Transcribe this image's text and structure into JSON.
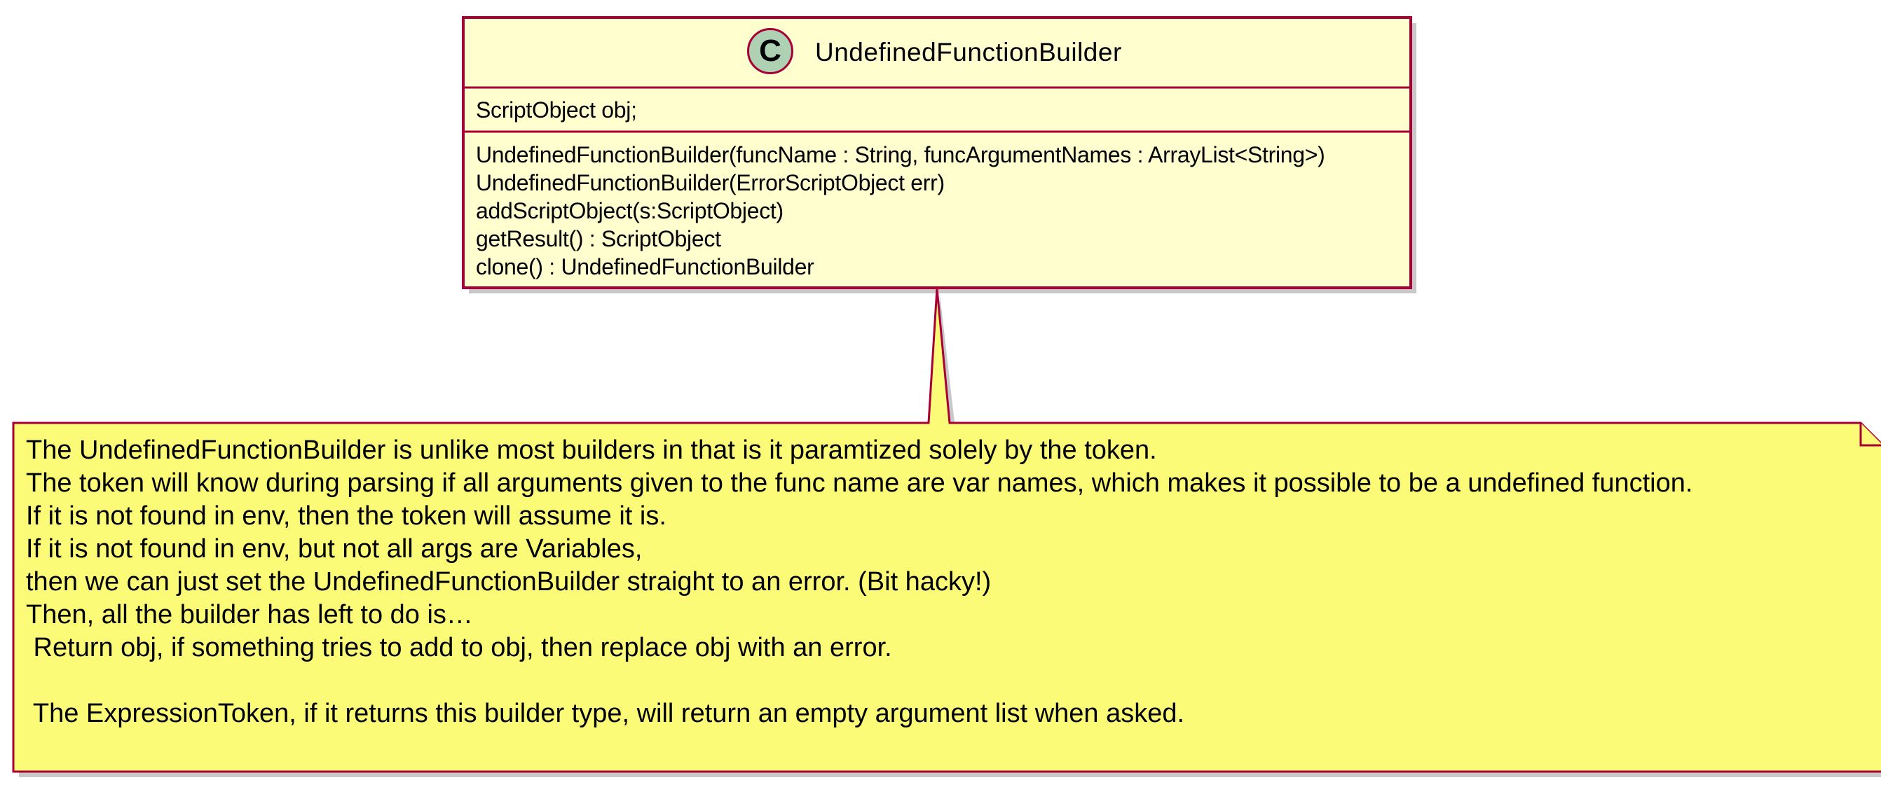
{
  "class": {
    "stereotype_letter": "C",
    "name": "UndefinedFunctionBuilder",
    "fields": [
      "ScriptObject obj;"
    ],
    "methods": [
      "UndefinedFunctionBuilder(funcName : String, funcArgumentNames : ArrayList<String>)",
      "UndefinedFunctionBuilder(ErrorScriptObject err)",
      "addScriptObject(s:ScriptObject)",
      "getResult() : ScriptObject",
      "clone() : UndefinedFunctionBuilder"
    ]
  },
  "note": {
    "lines": [
      "The UndefinedFunctionBuilder is unlike most builders in that is it paramtized solely by the token.",
      "The token will know during parsing if all arguments given to the func name are var names, which makes it possible to be a undefined function.",
      "If it is not found in env, then the token will assume it is.",
      "If it is not found in env, but not all args are Variables,",
      "then we can just set the UndefinedFunctionBuilder straight to an error. (Bit hacky!)",
      "Then, all the builder has left to do is…",
      " Return obj, if something tries to add to obj, then replace obj with an error.",
      "",
      " The ExpressionToken, if it returns this builder type, will return an empty argument list when asked."
    ]
  },
  "colors": {
    "class_fill": "#FEFECE",
    "class_border": "#A80036",
    "stereotype_circle_fill": "#ADD1B2",
    "note_fill": "#FBFB77",
    "note_border": "#A80036",
    "shadow": "#C8C8C8"
  }
}
